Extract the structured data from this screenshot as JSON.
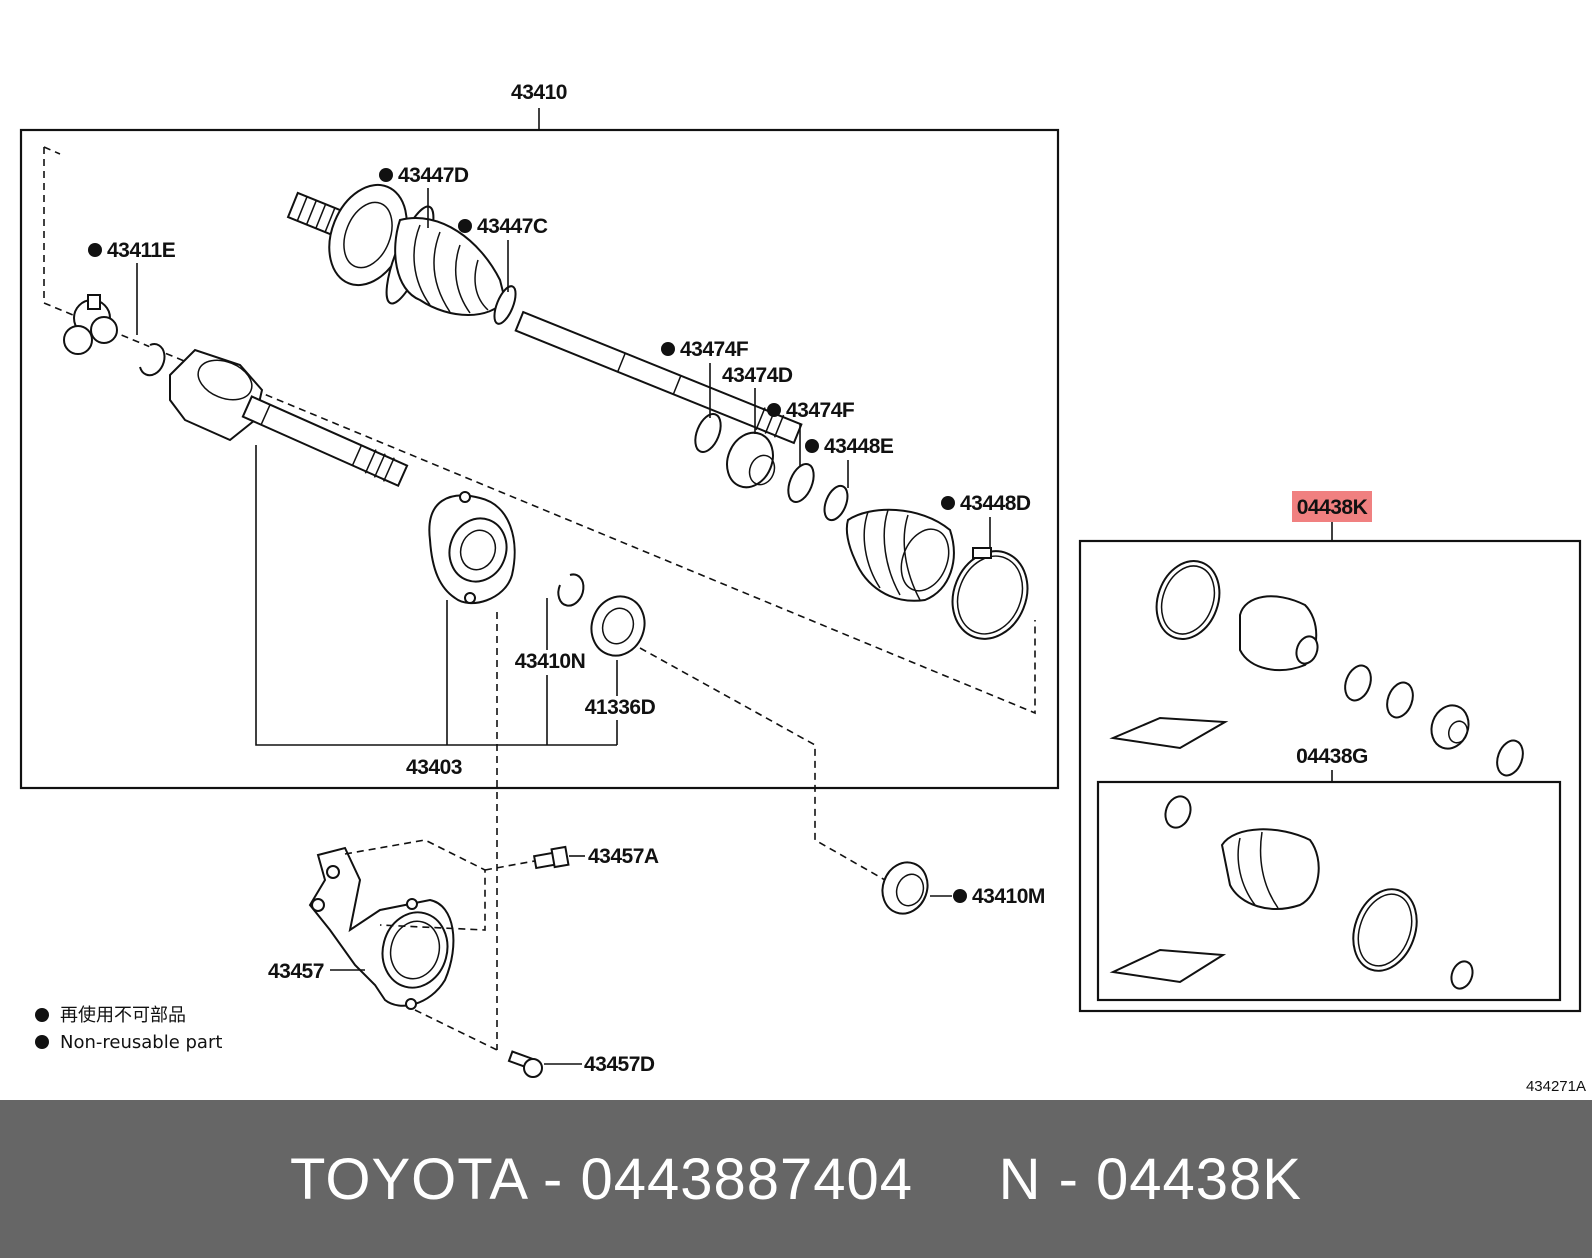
{
  "diagram": {
    "assembly_label": "43410",
    "labels": {
      "p43447D": "43447D",
      "p43447C": "43447C",
      "p43411E": "43411E",
      "p43474F_a": "43474F",
      "p43474D": "43474D",
      "p43474F_b": "43474F",
      "p43448E": "43448E",
      "p43448D": "43448D",
      "p43410N": "43410N",
      "p41336D": "41336D",
      "p43403": "43403",
      "p43457A": "43457A",
      "p43457": "43457",
      "p43410M": "43410M",
      "p43457D": "43457D",
      "kit_outer": "04438K",
      "kit_inner": "04438G"
    },
    "legend": {
      "line_jp": "再使用不可部品",
      "line_en": "Non-reusable part"
    },
    "figure_ref": "434271A",
    "highlight_color": "#f08080"
  },
  "footer": {
    "brand_part": "TOYOTA - 0443887404",
    "catalog_ref": "N - 04438K",
    "background": "#666666"
  }
}
